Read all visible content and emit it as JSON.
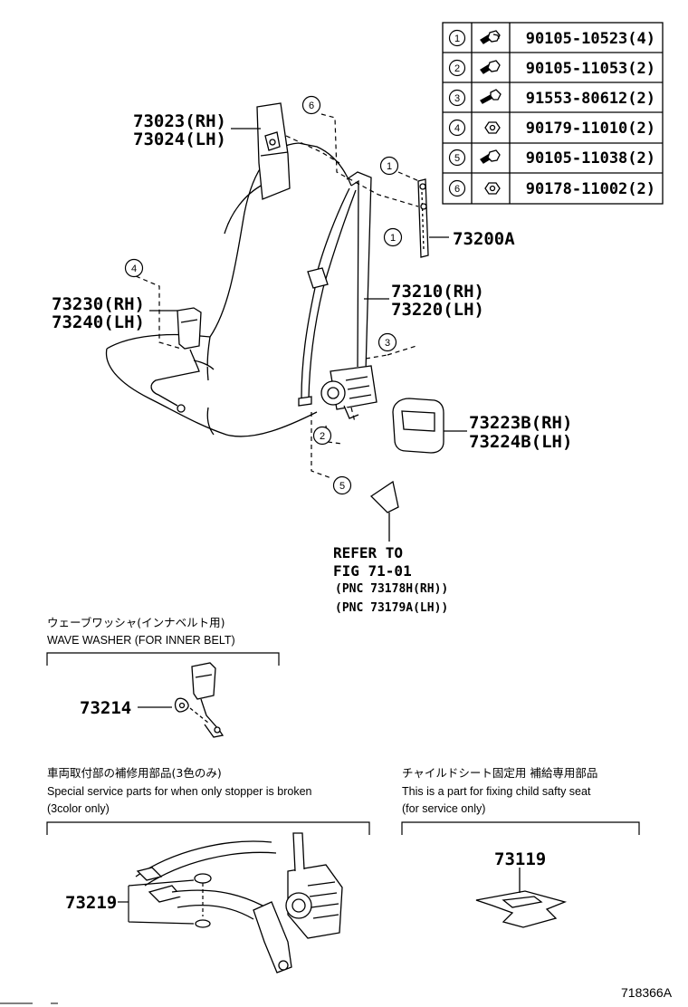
{
  "fastener_table": [
    {
      "ref": "1",
      "part": "90105-10523(4)"
    },
    {
      "ref": "2",
      "part": "90105-11053(2)"
    },
    {
      "ref": "3",
      "part": "91553-80612(2)"
    },
    {
      "ref": "4",
      "part": "90179-11010(2)"
    },
    {
      "ref": "5",
      "part": "90105-11038(2)"
    },
    {
      "ref": "6",
      "part": "90178-11002(2)"
    }
  ],
  "labels": {
    "cover_rh": "73023(RH)",
    "cover_lh": "73024(LH)",
    "buckle_rh": "73230(RH)",
    "buckle_lh": "73240(LH)",
    "anchor": "73200A",
    "belt_rh": "73210(RH)",
    "belt_lh": "73220(LH)",
    "retractor_cover_rh": "73223B(RH)",
    "retractor_cover_lh": "73224B(LH)"
  },
  "callouts": {
    "c6": "6",
    "c1a": "1",
    "c1b": "1",
    "c4": "4",
    "c3": "3",
    "c2": "2",
    "c5": "5"
  },
  "refer": {
    "line1": "REFER TO",
    "line2": "FIG 71-01",
    "line3": "(PNC 73178H(RH))",
    "line4": "(PNC 73179A(LH))"
  },
  "wave_washer": {
    "title_jp": "ウェーブワッシャ(インナベルト用)",
    "title_en": "WAVE WASHER (FOR INNER BELT)",
    "part": "73214"
  },
  "stopper": {
    "title_jp": "車両取付部の補修用部品(3色のみ)",
    "title_en1": "Special service parts for when only stopper is broken",
    "title_en2": "(3color only)",
    "part": "73219"
  },
  "child_seat": {
    "title_jp": "チャイルドシート固定用 補給専用部品",
    "title_en1": "This is a part for fixing child safty seat",
    "title_en2": "(for service only)",
    "part": "73119"
  },
  "figure_id": "718366A"
}
